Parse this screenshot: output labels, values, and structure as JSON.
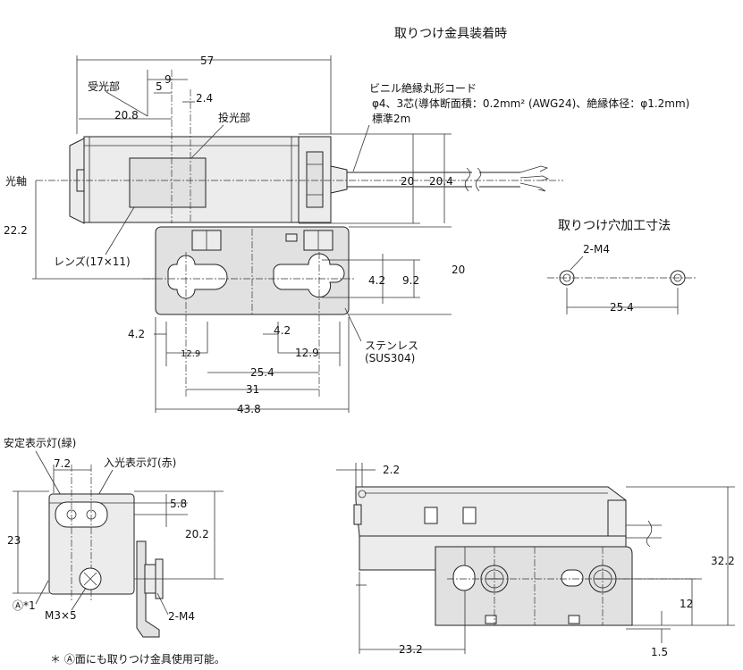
{
  "titles": {
    "mounting": "取りつけ金具装着時",
    "hole_dims": "取りつけ穴加工寸法"
  },
  "cable": {
    "line1": "ビニル絶縁丸形コード",
    "line2": "φ4、3芯(導体断面積：0.2mm² (AWG24)、絶縁体径：φ1.2mm)",
    "line3": "標準2m"
  },
  "labels": {
    "receiver": "受光部",
    "emitter": "投光部",
    "optical_axis": "光軸",
    "lens": "レンズ(17×11)",
    "stainless_1": "ステンレス",
    "stainless_2": "(SUS304)",
    "hole_callout": "2-M4",
    "stability_led": "安定表示灯(緑)",
    "light_led": "入光表示灯(赤)",
    "face_a": "Ⓐ*1",
    "m3": "M3×5",
    "m4": "2-M4",
    "footnote": "＊ Ⓐ面にも取りつけ金具使用可能。"
  },
  "dims": {
    "d57": "57",
    "d9": "9",
    "d5": "5",
    "d2_4": "2.4",
    "d20_8": "20.8",
    "d20": "20",
    "d20_4": "20.4",
    "d22_2": "22.2",
    "d20b": "20",
    "d4_2": "4.2",
    "d9_2": "9.2",
    "d4_2a": "4.2",
    "d4_2b": "4.2",
    "d12_9a": "12.9",
    "d12_9b": "12.9",
    "d25_4": "25.4",
    "d31": "31",
    "d43_8": "43.8",
    "hd25_4": "25.4",
    "s7_2": "7.2",
    "s5_8": "5.8",
    "s23": "23",
    "s20_2": "20.2",
    "r2_2": "2.2",
    "r32_2": "32.2",
    "r12": "12",
    "r1_5": "1.5",
    "r23_2": "23.2"
  }
}
